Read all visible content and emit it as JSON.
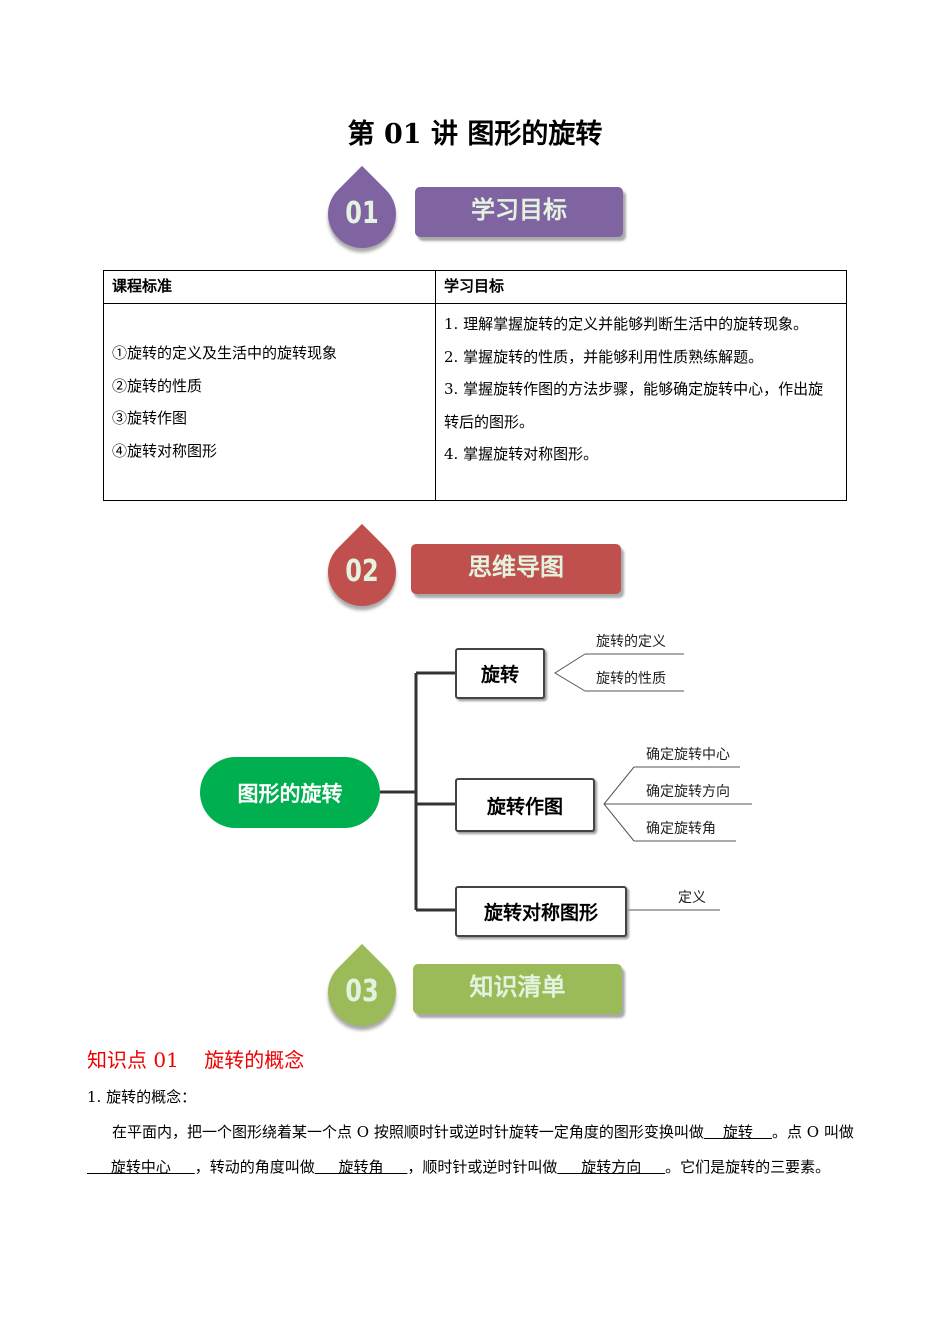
{
  "title": "第 01 讲  图形的旋转",
  "sections": [
    {
      "num": "01",
      "label": "学习目标",
      "color": "#8064a2"
    },
    {
      "num": "02",
      "label": "思维导图",
      "color": "#c0504d"
    },
    {
      "num": "03",
      "label": "知识清单",
      "color": "#9bbb59"
    }
  ],
  "table": {
    "headers": [
      "课程标准",
      "学习目标"
    ],
    "standards": [
      "①旋转的定义及生活中的旋转现象",
      "②旋转的性质",
      "③旋转作图",
      "④旋转对称图形"
    ],
    "goals": [
      "1. 理解掌握旋转的定义并能够判断生活中的旋转现象。",
      "2. 掌握旋转的性质，并能够利用性质熟练解题。",
      "3. 掌握旋转作图的方法步骤，能够确定旋转中心，作出旋转后的图形。",
      "4. 掌握旋转对称图形。"
    ]
  },
  "mindmap": {
    "root": "图形的旋转",
    "branches": [
      {
        "label": "旋转",
        "leaves": [
          "旋转的定义",
          "旋转的性质"
        ]
      },
      {
        "label": "旋转作图",
        "leaves": [
          "确定旋转中心",
          "确定旋转方向",
          "确定旋转角"
        ]
      },
      {
        "label": "旋转对称图形",
        "leaves": [
          "定义"
        ]
      }
    ]
  },
  "knowledge": {
    "heading": "知识点 01    旋转的概念",
    "item": "1. 旋转的概念：",
    "t1": "在平面内，把一个图形绕着某一个点 O 按照顺时针或逆时针旋转一定角度的图形变换叫做",
    "b1": "    旋转    ",
    "t2": "。点 O 叫做",
    "b2": "     旋转中心     ",
    "t3": "，转动的角度叫做",
    "b3": "     旋转角     ",
    "t4": "，顺时针或逆时针叫做",
    "b4": "     旋转方向     ",
    "t5": "。它们是旋转的三要素。"
  }
}
